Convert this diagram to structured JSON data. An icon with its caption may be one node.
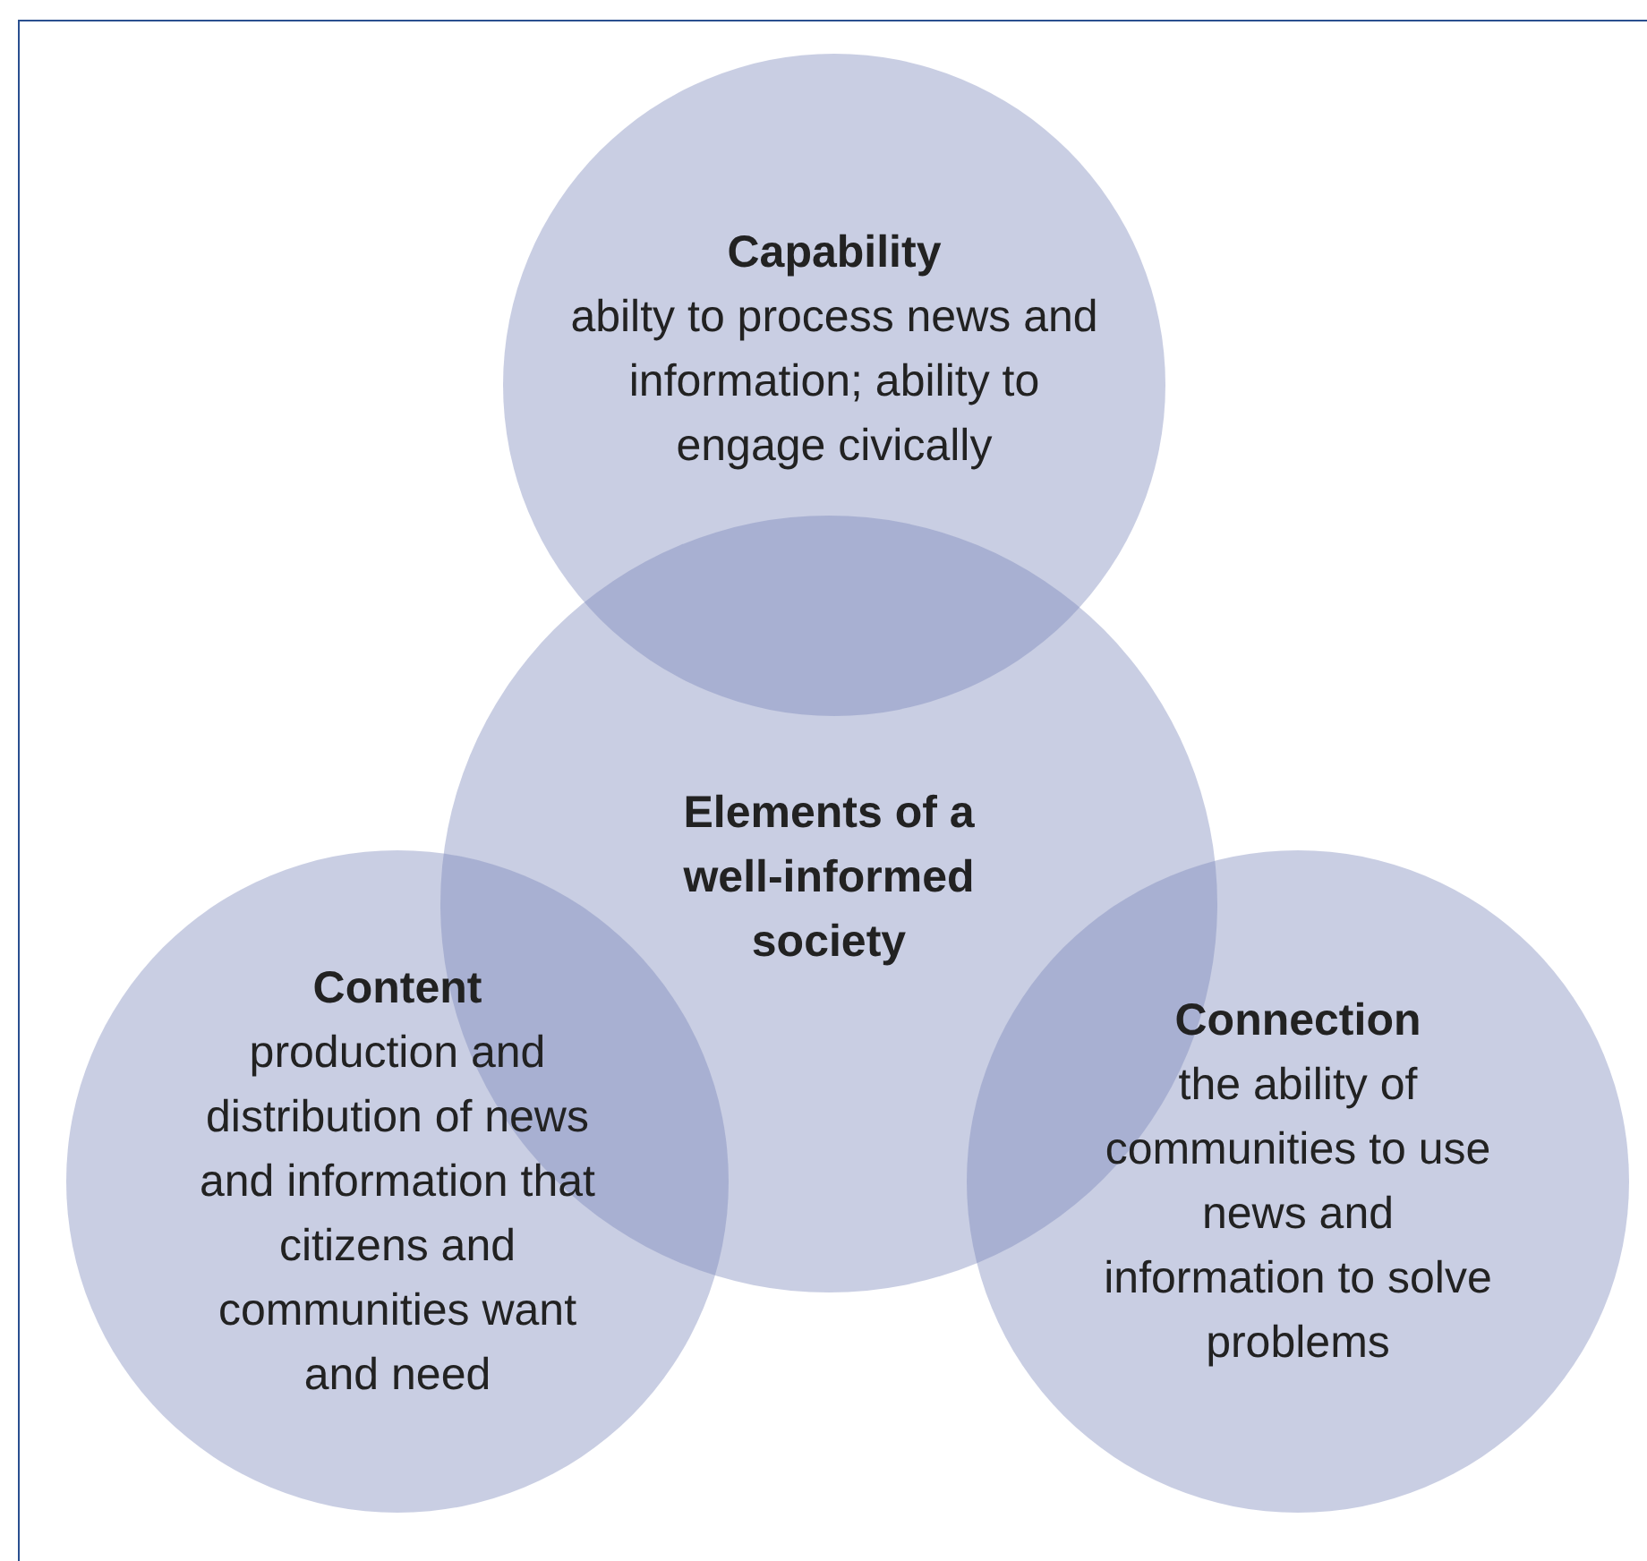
{
  "diagram": {
    "nodes": [
      {
        "text": [
          "Capability",
          "abilty to process news and information; ability to engage civically"
        ]
      },
      {
        "text": [
          "Elements of a well-informed society"
        ]
      },
      {
        "text": [
          "Content",
          "production and distribution of news and information that citizens and communities want and need"
        ]
      },
      {
        "text": [
          "Connection",
          "the ability of communities to use news and information to solve problems"
        ]
      }
    ],
    "edges": []
  }
}
